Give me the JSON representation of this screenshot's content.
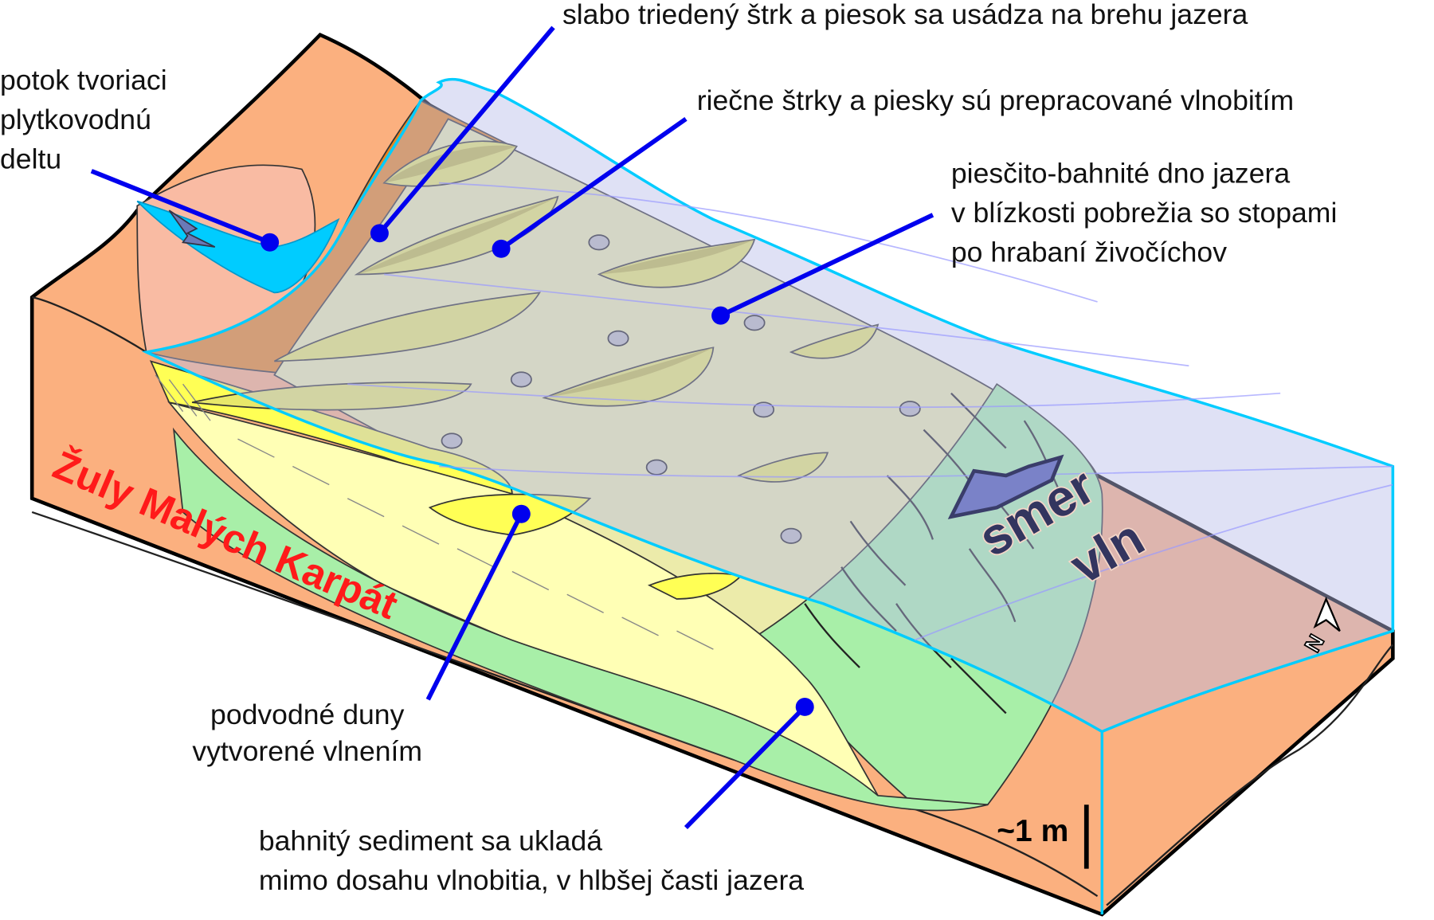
{
  "labels": {
    "top_shore": "slabo triedený štrk a piesok sa usádza na brehu jazera",
    "river_gravels": "riečne štrky a piesky sú prepracované vlnobitím",
    "lake_floor": [
      "piesčito-bahnité dno jazera",
      "v blízkosti pobrežia so stopami",
      "po hrabaní živočíchov"
    ],
    "delta": [
      "potok tvoriaci",
      "plytkovodnú",
      "deltu"
    ],
    "dunes": [
      "podvodné duny",
      "vytvorené vlnením"
    ],
    "mud": [
      "bahnitý sediment sa ukladá",
      "mimo dosahu vlnobitia, v hlbšej časti jazera"
    ],
    "granite": "Žuly Malých Karpát",
    "wave_direction": [
      "smer",
      "vln"
    ],
    "scale": "~1 m",
    "north": "N"
  },
  "colors": {
    "bedrock": "#fbb07f",
    "beach": "#e8861e",
    "delta": "#f9bba3",
    "stream": "#00ccff",
    "lake_floor": "#ecebaa",
    "dune": "#e8e860",
    "mud": "#a8efa8",
    "water_edge": "#00ccff",
    "pointer": "#0000ee",
    "granite_label": "#ff1a1a"
  }
}
